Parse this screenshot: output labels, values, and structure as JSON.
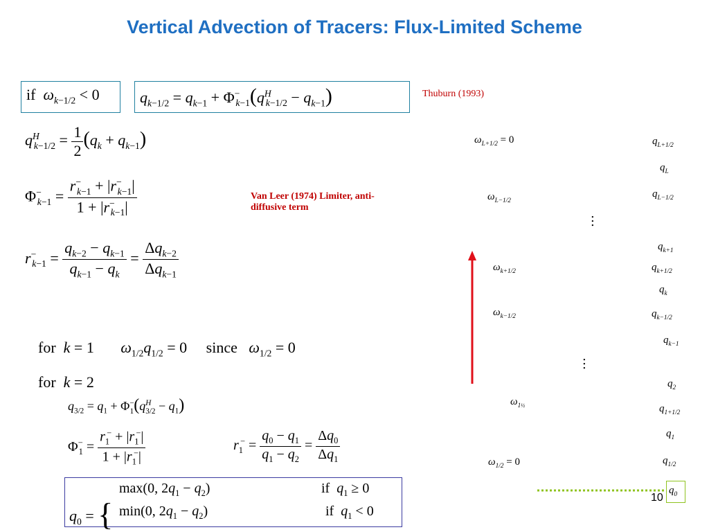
{
  "title": "Vertical Advection of Tracers:   Flux-Limited Scheme",
  "citations": {
    "thuburn": "Thuburn (1993)",
    "van_leer": "Van Leer (1974) Limiter, anti-diffusive term"
  },
  "equations": {
    "if_condition": "if ω_{k−1/2} < 0",
    "flux_main": "q_{k−1/2} = q_{k−1} + Φ⁻_{k−1}(q^H_{k−1/2} − q_{k−1})",
    "q_high": "q^H_{k−1/2} = 1/2 (q_k + q_{k−1})",
    "phi_limiter": "Φ⁻_{k−1} = (r⁻_{k−1} + |r⁻_{k−1}|) / (1 + |r⁻_{k−1}|)",
    "r_ratio": "r⁻_{k−1} = (q_{k−2} − q_{k−1}) / (q_{k−1} − q_k) = Δq_{k−2} / Δq_{k−1}",
    "for_k1": "for k = 1   ω_{1/2} q_{1/2} = 0   since ω_{1/2} = 0",
    "for_k2": "for k = 2",
    "q32": "q_{3/2} = q_1 + Φ⁻_1 (q^H_{3/2} − q_1)",
    "phi1": "Φ⁻_1 = (r⁻_1 + |r⁻_1|) / (1 + |r⁻_1|)",
    "r1": "r⁻_1 = (q_0 − q_1)/(q_1 − q_2) = Δq_0/Δq_1",
    "q0_max": "max(0, 2q_1 − q_2)   if q_1 ≥ 0",
    "q0_min": "min(0, 2q_1 − q_2)   if q_1 < 0"
  },
  "grid_labels": {
    "omega": [
      "ω_{L+1/2} = 0",
      "ω_{L−1/2}",
      "ω_{k+1/2}",
      "ω_{k−1/2}",
      "ω_{1 1/2}",
      "ω_{1/2} = 0"
    ],
    "q": [
      "q_{L+1/2}",
      "q_L",
      "q_{L−1/2}",
      "q_{k+1}",
      "q_{k+1/2}",
      "q_k",
      "q_{k−1/2}",
      "q_{k−1}",
      "q_2",
      "q_{1+1/2}",
      "q_1",
      "q_{1/2}",
      "q_0"
    ]
  },
  "page_number": "10",
  "colors": {
    "title": "#1f6fc2",
    "note": "#c00000",
    "arrow": "#e0101a",
    "dotted_line": "#8fc31f",
    "box": "#1f80a0"
  }
}
